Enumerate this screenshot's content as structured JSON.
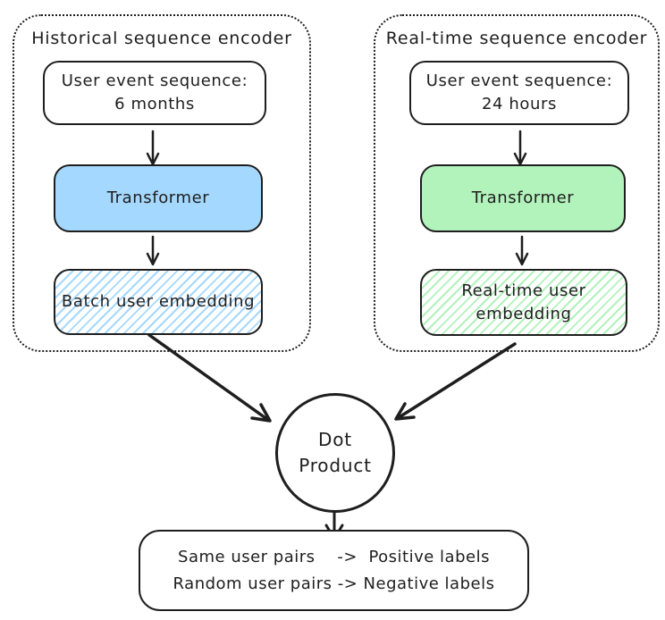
{
  "colors": {
    "stroke": "#1e1e1e",
    "blue_fill": "#a5d8ff",
    "green_fill": "#b2f2bb",
    "background": "#ffffff"
  },
  "left_panel": {
    "title": "Historical sequence encoder",
    "input_box": {
      "line1": "User event sequence:",
      "line2": "6 months"
    },
    "transformer_label": "Transformer",
    "embedding_label": "Batch user embedding"
  },
  "right_panel": {
    "title": "Real-time sequence encoder",
    "input_box": {
      "line1": "User event sequence:",
      "line2": "24 hours"
    },
    "transformer_label": "Transformer",
    "embedding_box": {
      "line1": "Real-time user",
      "line2": "embedding"
    }
  },
  "dot_product_node": {
    "line1": "Dot",
    "line2": "Product"
  },
  "output_box": {
    "line1": "Same user pairs    ->  Positive labels",
    "line2": "Random user pairs -> Negative labels"
  }
}
